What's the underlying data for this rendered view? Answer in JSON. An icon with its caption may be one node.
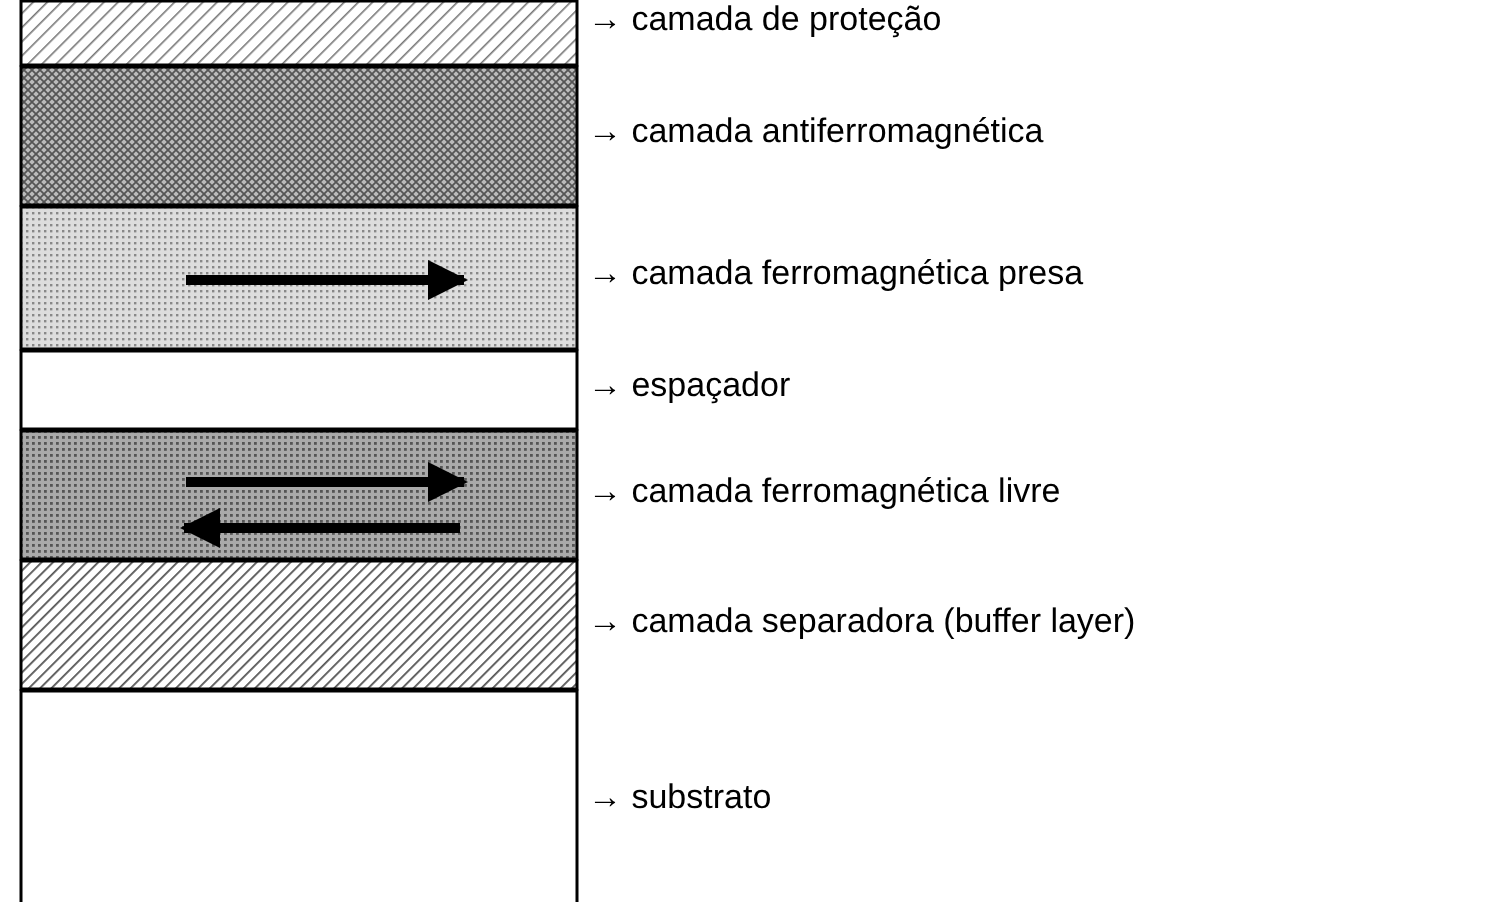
{
  "diagram": {
    "nodes": [
      {
        "text": [],
        "shape": "bar",
        "beside": [
          "→ camada de proteção"
        ]
      },
      {
        "text": [],
        "shape": "bar",
        "beside": [
          "→ camada antiferromagnética"
        ]
      },
      {
        "text": [],
        "shape": "bar",
        "beside": [
          "→ camada ferromagnética presa"
        ]
      },
      {
        "text": [],
        "shape": "bar",
        "beside": [
          "→ espaçador"
        ]
      },
      {
        "text": [],
        "shape": "bar",
        "beside": [
          "→ camada ferromagnética livre"
        ]
      },
      {
        "text": [],
        "shape": "bar",
        "beside": [
          "→ camada separadora (buffer layer)"
        ]
      },
      {
        "text": [],
        "shape": "bar",
        "beside": [
          "→ substrato"
        ]
      }
    ]
  }
}
